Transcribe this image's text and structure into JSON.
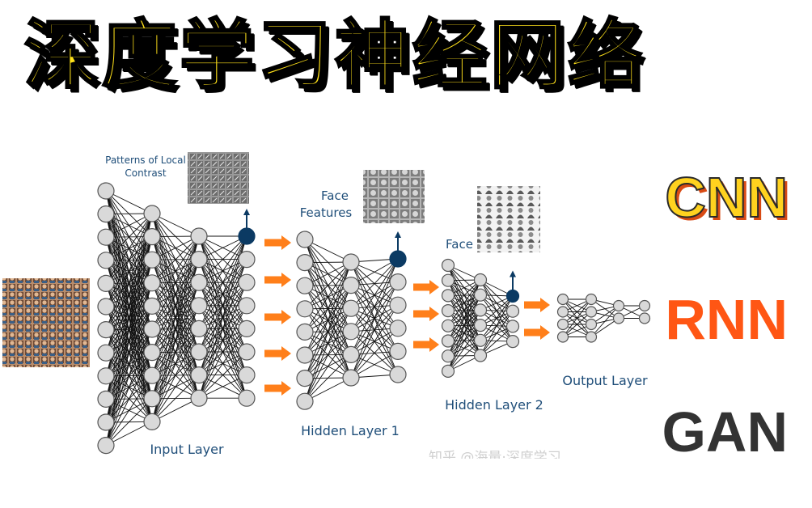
{
  "title": "深度学习神经网络",
  "side_labels": {
    "cnn": "CNN",
    "rnn": "RNN",
    "gan": "GAN"
  },
  "diagram": {
    "patterns_line1": "Patterns of Local",
    "patterns_line2": "Contrast",
    "face_features_line1": "Face",
    "face_features_line2": "Features",
    "face": "Face",
    "input_layer": "Input Layer",
    "hidden_layer_1": "Hidden Layer 1",
    "hidden_layer_2": "Hidden Layer 2",
    "output_layer": "Output Layer"
  },
  "colors": {
    "title_fill": "#ffe11a",
    "arrow": "#ff7f1a",
    "highlight_node": "#0b3a63",
    "node_fill": "#d9d9d9",
    "label_text": "#1f4e79",
    "rnn": "#ff5614",
    "gan": "#333333"
  },
  "watermark": "知乎 @海量·深度学习"
}
